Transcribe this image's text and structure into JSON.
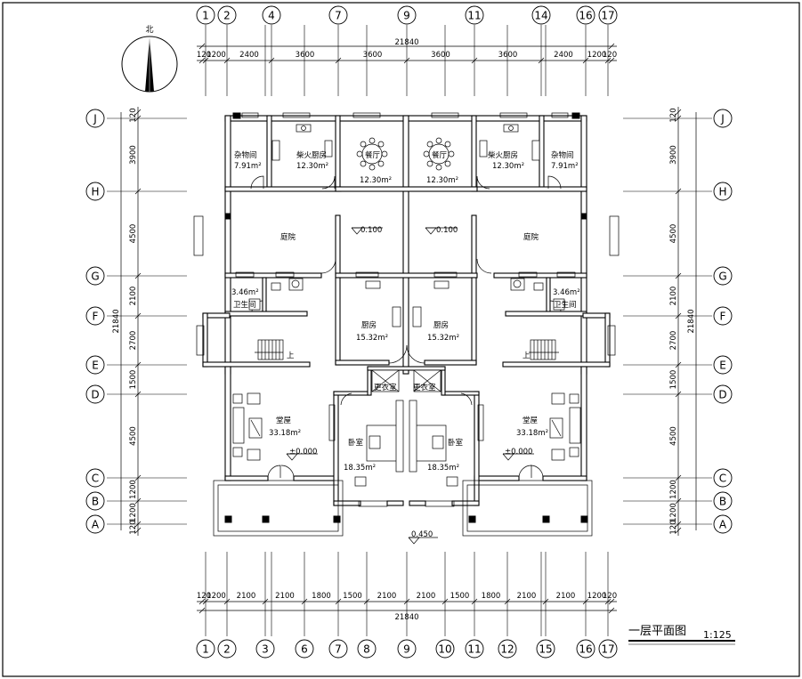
{
  "north_label": "北",
  "title": "一层平面图",
  "scale": "1:125",
  "top_axes": [
    "1",
    "2",
    "4",
    "7",
    "9",
    "11",
    "14",
    "16",
    "17"
  ],
  "bottom_axes": [
    "1",
    "2",
    "3",
    "6",
    "7",
    "8",
    "9",
    "10",
    "11",
    "12",
    "15",
    "16",
    "17"
  ],
  "row_axes": [
    "J",
    "H",
    "G",
    "F",
    "E",
    "D",
    "C",
    "B",
    "A"
  ],
  "top_total": "21840",
  "top_dims": [
    "120",
    "1200",
    "2400",
    "3600",
    "3600",
    "3600",
    "3600",
    "2400",
    "1200",
    "120"
  ],
  "bottom_total": "21840",
  "bottom_dims": [
    "120",
    "1200",
    "2100",
    "2100",
    "1800",
    "1500",
    "2100",
    "2100",
    "1500",
    "1800",
    "2100",
    "2100",
    "1200",
    "120"
  ],
  "side_total": "21840",
  "side_dims": [
    "120",
    "3900",
    "4500",
    "2100",
    "2700",
    "1500",
    "4500",
    "1200",
    "1200",
    "120"
  ],
  "rooms": {
    "storage_name": "杂物间",
    "storage_area": "7.91m²",
    "firewood_kitchen_name": "柴火厨房",
    "firewood_kitchen_area": "12.30m²",
    "dining_name": "餐厅",
    "dining_area": "12.30m²",
    "courtyard_name": "庭院",
    "court_level": "0.100",
    "kitchen_name": "厨房",
    "kitchen_area": "15.32m²",
    "bath_area": "3.46m²",
    "bath_name": "卫生间",
    "stair_up": "上",
    "hall_name": "堂屋",
    "hall_area": "33.18m²",
    "hall_level": "±0.000",
    "dressing_name": "更衣室",
    "bedroom_name": "卧室",
    "bedroom_area": "18.35m²",
    "exterior_level": "0.450"
  }
}
